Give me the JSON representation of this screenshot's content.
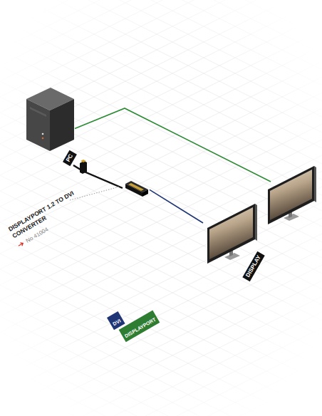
{
  "diagram": {
    "nodes": [
      {
        "text": [
          "PC"
        ]
      },
      {
        "text": [
          "DISPLAYPORT 1.2 TO DVI CONVERTER",
          "No 41004"
        ]
      },
      {
        "text": [
          "DISPLAY"
        ]
      }
    ],
    "edges": [
      {
        "from": 0,
        "to": 2,
        "arrow": "none"
      },
      {
        "from": 0,
        "to": 1,
        "arrow": "none"
      },
      {
        "from": 1,
        "to": 2,
        "arrow": "none"
      }
    ],
    "legend": [
      {
        "text": "DVI",
        "color": "#1f3576"
      },
      {
        "text": "DISPLAYPORT",
        "color": "#2e7d32"
      }
    ]
  }
}
